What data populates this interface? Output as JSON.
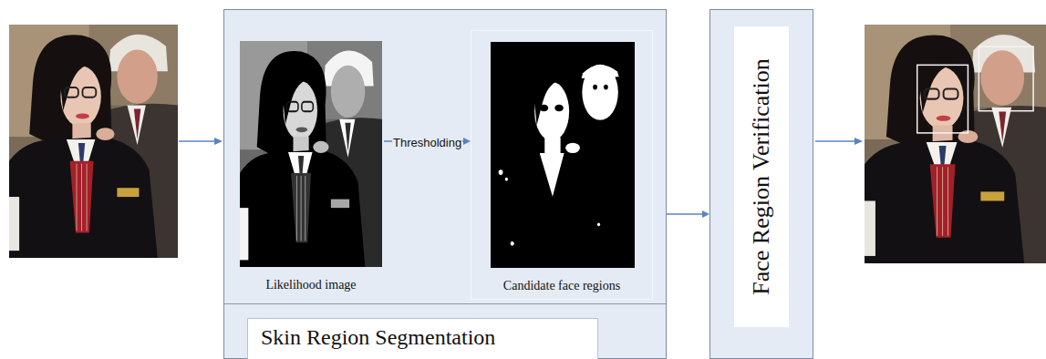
{
  "diagram": {
    "nodes": [
      {
        "text": [
          "Skin Region Segmentation"
        ]
      },
      {
        "text": [
          "Likelihood image"
        ],
        "in": 0
      },
      {
        "text": [
          "Candidate face regions"
        ],
        "in": 0
      },
      {
        "text": [
          "Face Region Verification"
        ]
      }
    ],
    "edges": [
      {
        "from": 1,
        "to": 2,
        "arrow": "to",
        "label": "Thresholding"
      },
      {
        "from": 0,
        "to": 3,
        "arrow": "to"
      }
    ]
  }
}
